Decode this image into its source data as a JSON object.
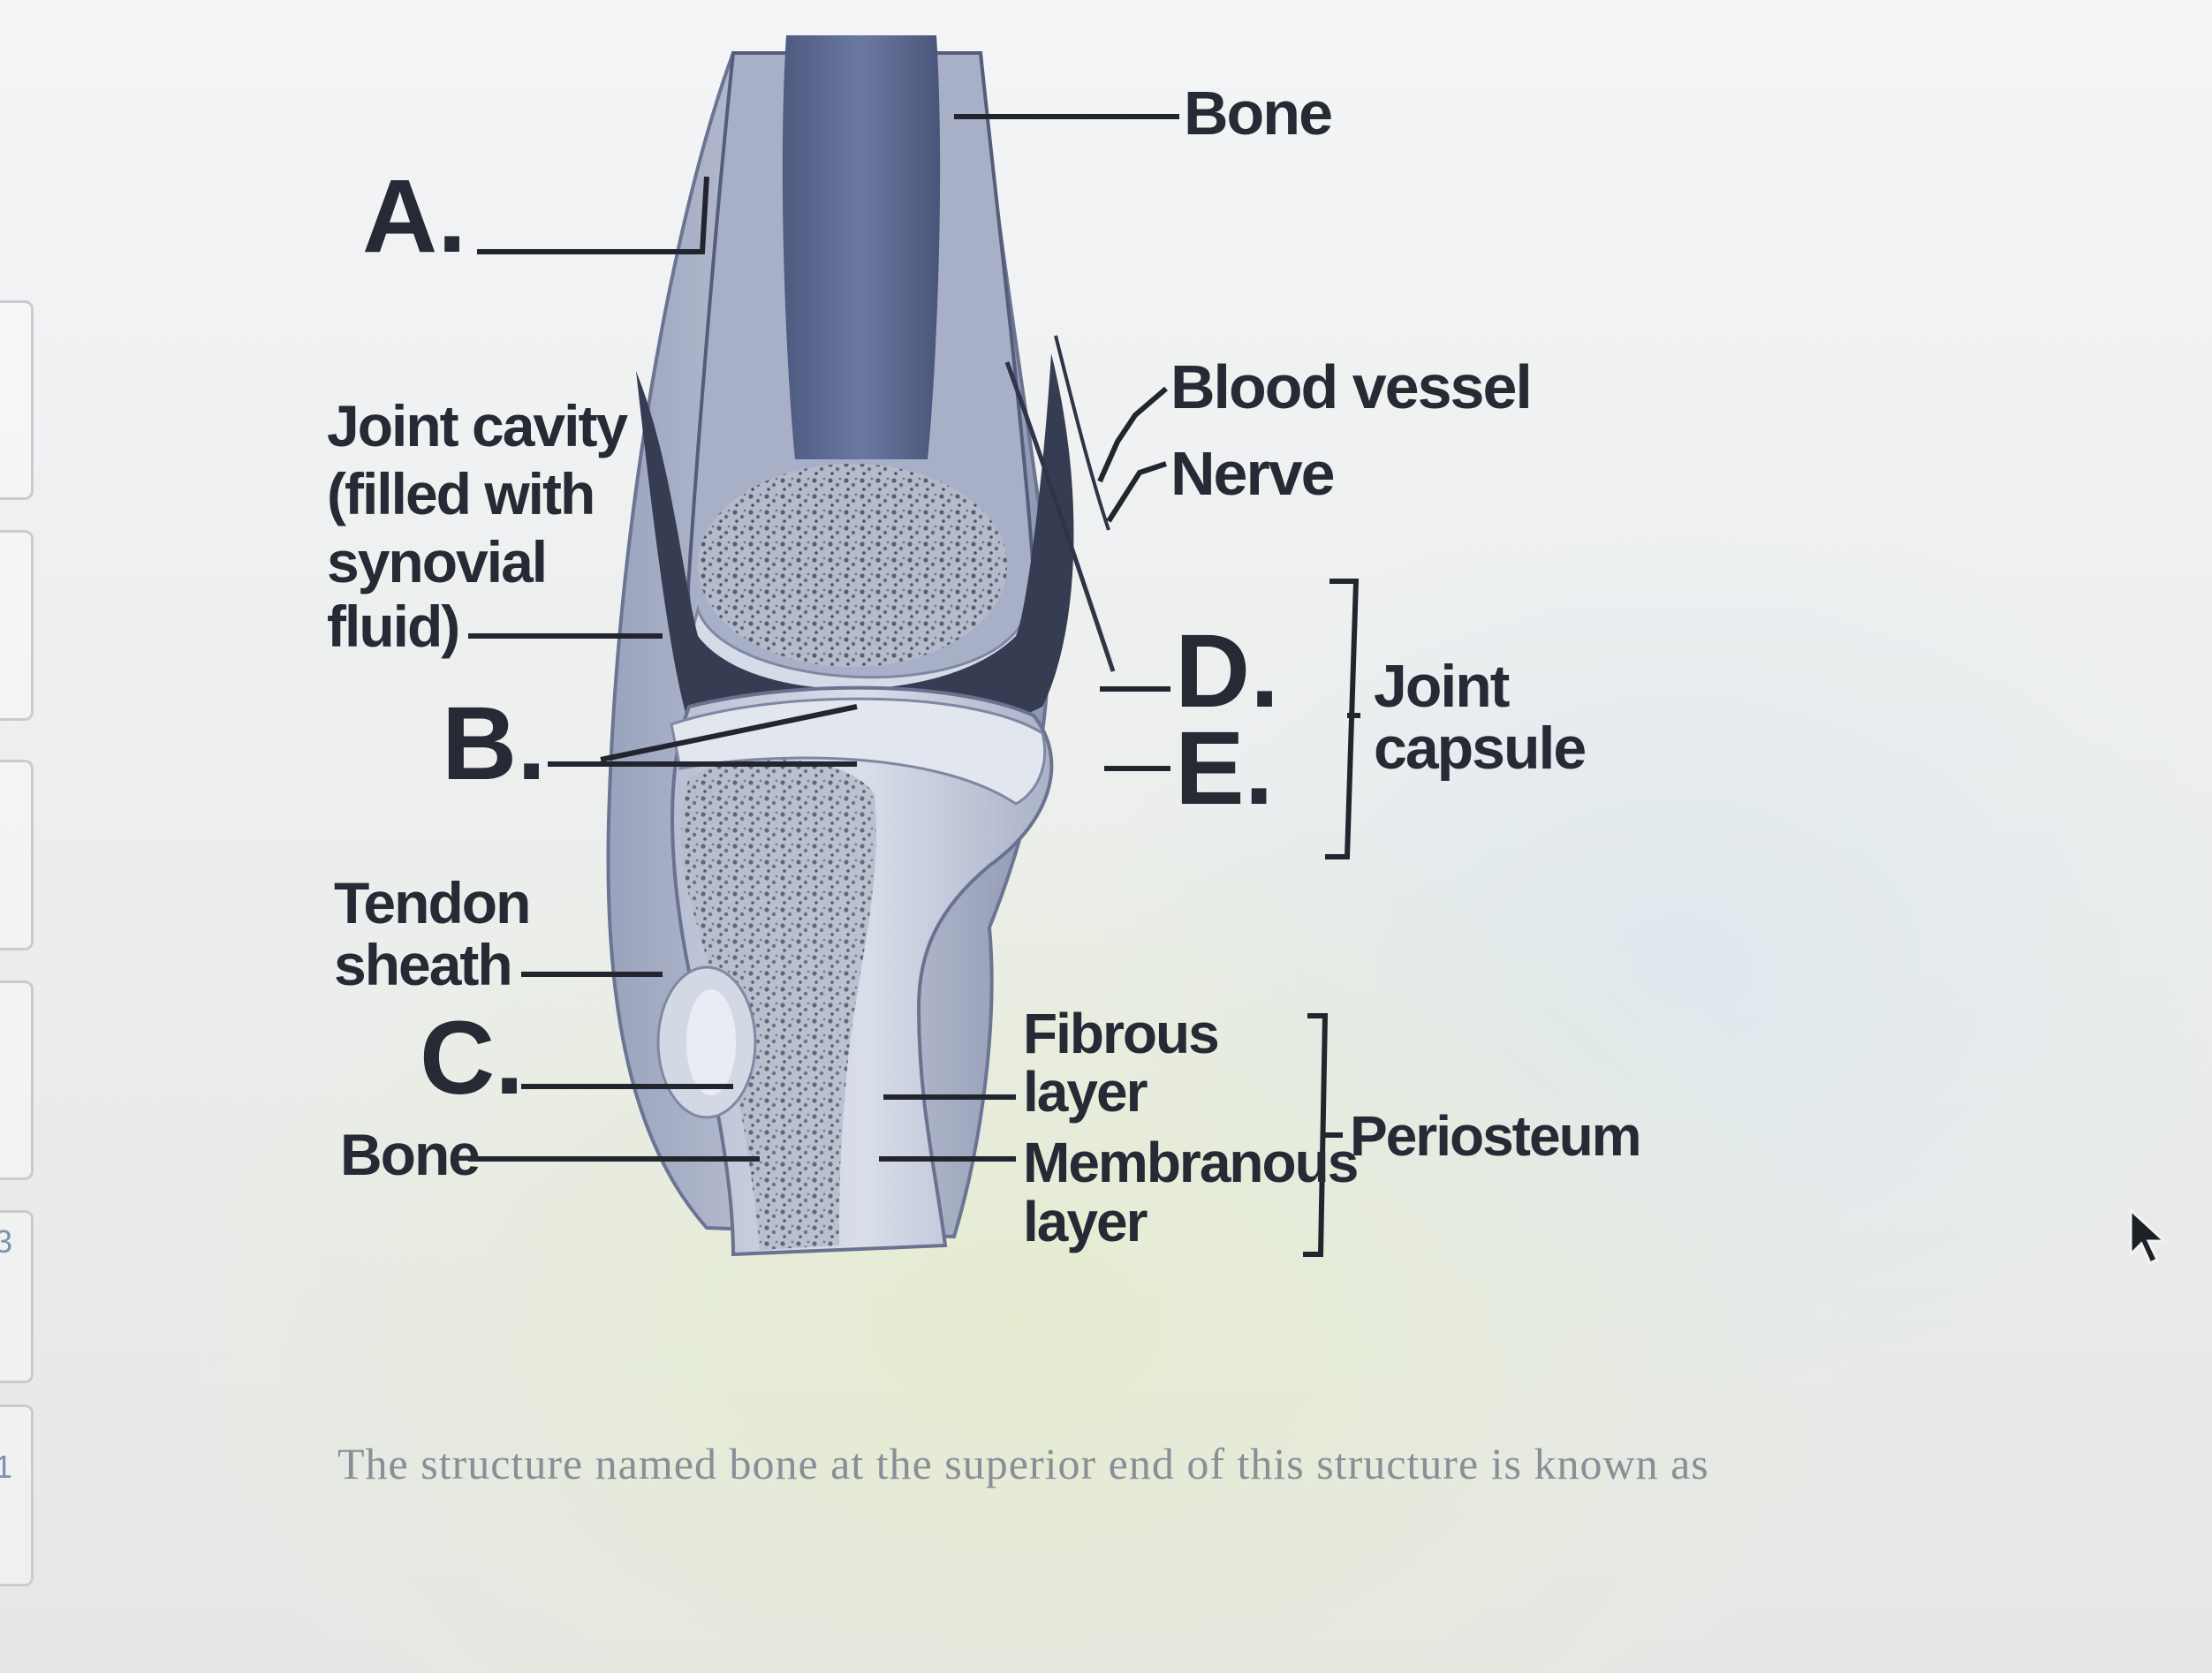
{
  "diagram": {
    "labels": {
      "bone_top": "Bone",
      "a": "A.",
      "joint_cavity": [
        "Joint cavity",
        "(filled with",
        "synovial",
        "fluid)"
      ],
      "b": "B.",
      "tendon_sheath": [
        "Tendon",
        "sheath"
      ],
      "c": "C.",
      "bone_bottom": "Bone",
      "blood_vessel": "Blood vessel",
      "nerve": "Nerve",
      "d": "D.",
      "e": "E.",
      "joint_capsule": [
        "Joint",
        "capsule"
      ],
      "fibrous_layer": [
        "Fibrous",
        "layer"
      ],
      "membranous_layer": [
        "Membranous",
        "layer"
      ],
      "periosteum": "Periosteum"
    }
  },
  "question": {
    "text": "The structure named bone at the superior end of this structure is  known as"
  },
  "sidebar": {
    "numbers": [
      "3",
      "1"
    ]
  },
  "colors": {
    "label_text": "#262a34",
    "question_text": "#8a8f97",
    "bone_shaft": "#5d6a92",
    "joint_cavity": "#3a4256",
    "cartilage": "#c9cfe0"
  }
}
